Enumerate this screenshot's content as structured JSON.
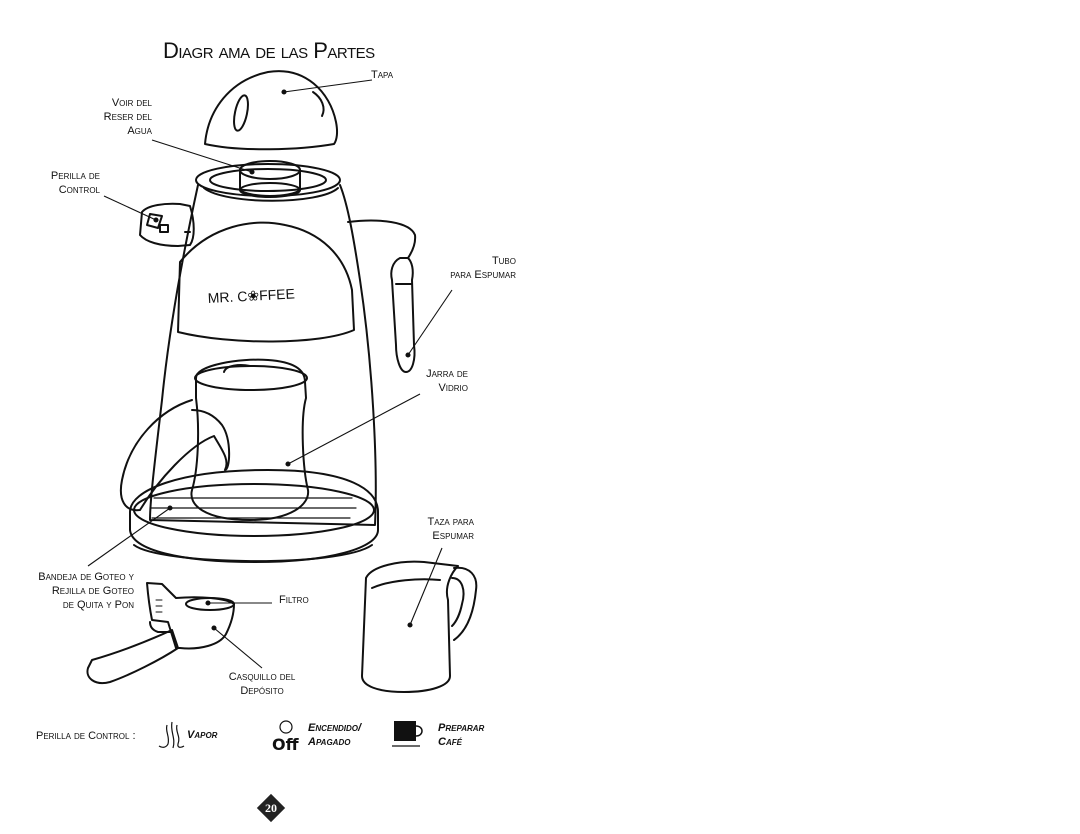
{
  "title": "Diagr ama de las Partes",
  "labels": {
    "tapa": "Tapa",
    "voir": [
      "Voir del",
      "Reser del",
      "Agua"
    ],
    "perilla": [
      "Perilla de",
      "Control"
    ],
    "tubo": [
      "Tubo",
      "para Espumar"
    ],
    "jarra": [
      "Jarra de",
      "Vidrio"
    ],
    "taza": [
      "Taza para",
      "Espumar"
    ],
    "bandeja": [
      "Bandeja de Goteo y",
      "Rejilla de Goteo",
      "de Quita y Pon"
    ],
    "filtro": "Filtro",
    "casquillo": [
      "Casquillo del",
      "Depósito"
    ]
  },
  "brand": "MR. C❀FFEE",
  "legend": {
    "label": "Perilla de Control :",
    "vapor": "Vapor",
    "off": "Off",
    "encendido": "Encendido/",
    "apagado": "Apagado",
    "preparar": "Preparar",
    "cafe": "Café"
  },
  "page_number": "20",
  "icons": [
    "steam-icon",
    "off-circle-icon",
    "coffee-cup-icon",
    "page-diamond-icon"
  ]
}
